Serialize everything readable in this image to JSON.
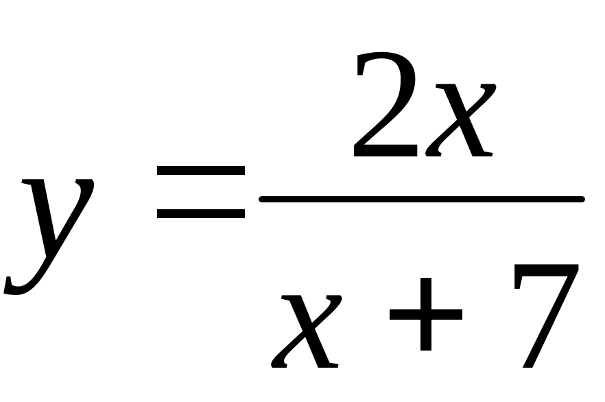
{
  "formula": {
    "lhs": "y",
    "equals": "=",
    "numerator": {
      "coefficient": "2",
      "variable": "x"
    },
    "denominator": {
      "variable": "x",
      "operator": "+",
      "constant": "7"
    }
  }
}
